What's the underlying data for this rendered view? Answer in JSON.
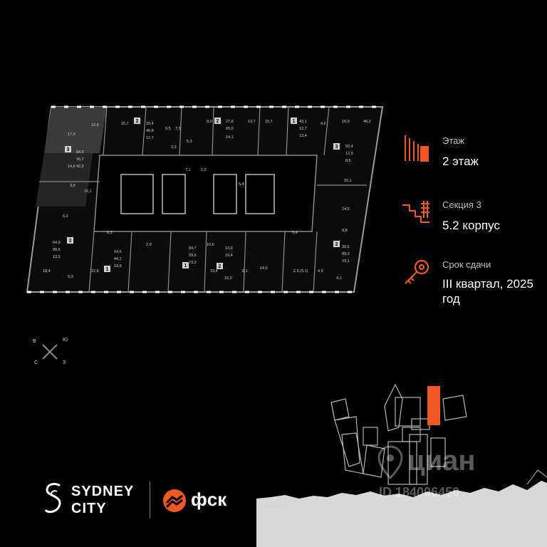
{
  "floorplan": {
    "room_labels": [
      "17,0",
      "12,6",
      "15,7",
      "29,4",
      "46,8",
      "12,7",
      "9,5",
      "7,9",
      "8,0",
      "27,8",
      "65,0",
      "14,1",
      "13,7",
      "15,7",
      "43,1",
      "12,7",
      "13,4",
      "4,6",
      "16,9",
      "46,2",
      "94,5",
      "16,7",
      "42,2",
      "93,4",
      "12,9",
      "8,5",
      "14,6",
      "3,8",
      "15,1",
      "6,0",
      "5,3",
      "3,3",
      "7,1",
      "2,2",
      "5,4",
      "14,5",
      "15,1",
      "9,8",
      "64,9",
      "98,6",
      "13,5",
      "30,5",
      "89,3",
      "23,1",
      "18,4",
      "5,3",
      "12,8",
      "14,6",
      "44,2",
      "13,9",
      "34,7",
      "29,6",
      "73,2",
      "13,9",
      "10,4",
      "8,1",
      "13,4",
      "16,0",
      "14,0",
      "2,6 (5,1)",
      "4,9",
      "4,1",
      "6,3",
      "2,9",
      "10,6",
      "5,4"
    ],
    "room_types": [
      "3",
      "2",
      "2",
      "1",
      "3",
      "3",
      "2",
      "1",
      "1",
      "2"
    ]
  },
  "compass": {
    "north": "С",
    "south": "Ю",
    "east": "В",
    "west": "З"
  },
  "info": [
    {
      "label": "Этаж",
      "value": "2 этаж",
      "icon": "floor-icon"
    },
    {
      "label": "Секция 3",
      "value": "5.2 корпус",
      "icon": "stairs-icon"
    },
    {
      "label": "Срок сдачи",
      "value": "III квартал, 2025 год",
      "icon": "key-icon"
    }
  ],
  "accent_color": "#F05A22",
  "logo": {
    "line1": "SYDNEY",
    "line2": "CITY"
  },
  "developer": "фск",
  "river_label": "р.МОСКВА",
  "watermark": {
    "brand": "циан",
    "id": "ID 184006450"
  }
}
